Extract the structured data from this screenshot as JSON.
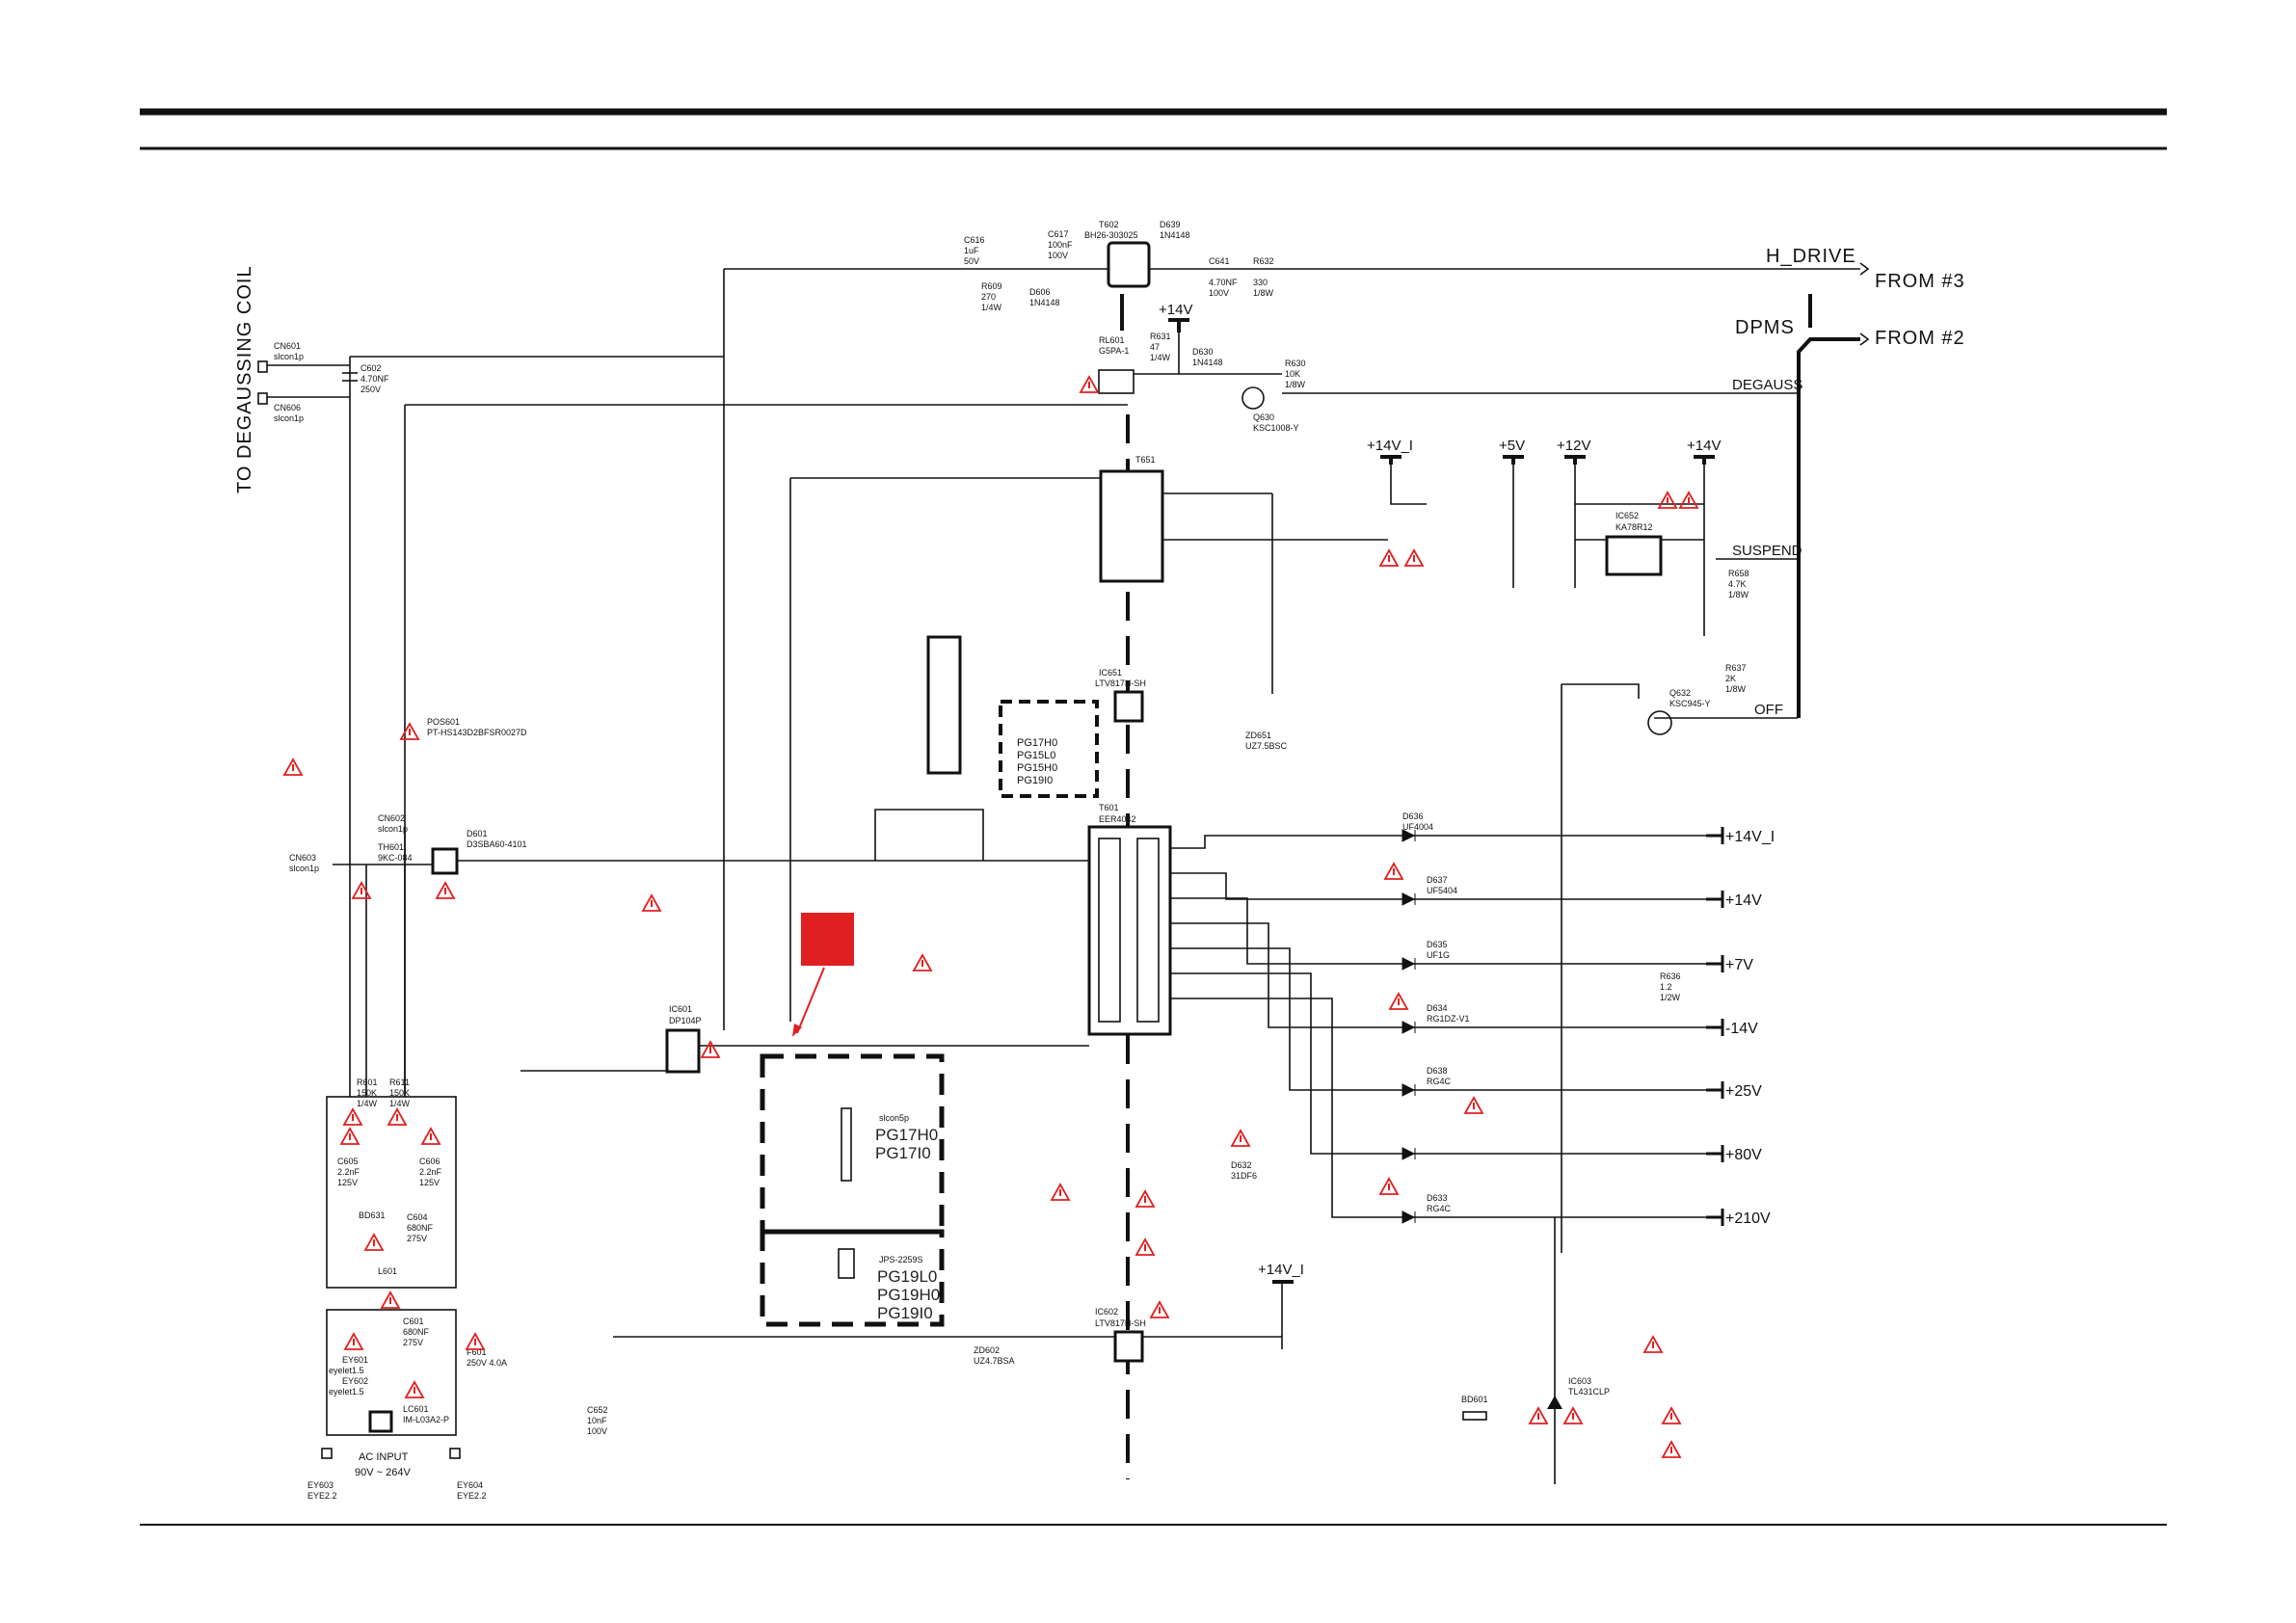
{
  "title_left": "TO DEGAUSSING COIL",
  "signals": {
    "h_drive": "H_DRIVE",
    "from3": "FROM #3",
    "dpms": "DPMS",
    "from2": "FROM #2",
    "degauss": "DEGAUSS",
    "suspend": "SUSPEND",
    "off": "OFF"
  },
  "rails": [
    "+14V_I",
    "+14V",
    "+7V",
    "-14V",
    "+25V",
    "+80V",
    "+210V"
  ],
  "supplies": {
    "v14i": "+14V_I",
    "v5": "+5V",
    "v12": "+12V",
    "v14": "+14V",
    "v14_relay": "+14V",
    "v14i_low": "+14V_I"
  },
  "ac_input": {
    "label": "AC INPUT",
    "range": "90V ~ 264V"
  },
  "connector_box": {
    "type": "slcon5p",
    "models_a": [
      "PG17H0",
      "PG17I0"
    ],
    "type_b": "JPS-2259S",
    "models_b": [
      "PG19L0",
      "PG19H0",
      "PG19I0"
    ]
  },
  "module_box": {
    "models": [
      "PG17H0",
      "PG15L0",
      "PG15H0",
      "PG19I0"
    ]
  },
  "components": {
    "cn601": "CN601",
    "cn601_t": "slcon1p",
    "cn606": "CN606",
    "cn606_t": "slcon1p",
    "c602": "C602",
    "c602_v": "4.70NF",
    "c602_r": "250V",
    "c616": "C616",
    "c616_v": "1uF",
    "c616_r": "50V",
    "c617": "C617",
    "c617_v": "100nF",
    "c617_r": "100V",
    "t602": "T602",
    "t602_t": "BH26-303025",
    "d639": "D639",
    "d639_t": "1N4148",
    "c641": "C641",
    "c641_v": "4.70NF",
    "c641_r": "100V",
    "r632": "R632",
    "r632_v": "330",
    "r632_r": "1/8W",
    "r609": "R609",
    "r609_v": "270",
    "r609_r": "1/4W",
    "d606": "D606",
    "d606_t": "1N4148",
    "rl601": "RL601",
    "rl601_t": "G5PA-1",
    "r631": "R631",
    "r631_v": "47",
    "r631_r": "1/4W",
    "d630": "D630",
    "d630_t": "1N4148",
    "r630": "R630",
    "r630_v": "10K",
    "r630_r": "1/8W",
    "q630": "Q630",
    "q630_t": "KSC1008-Y",
    "t651": "T651",
    "ic651": "IC651",
    "ic651_t": "LTV817H-SH",
    "ic652": "IC652",
    "ic652_t": "KA78R12",
    "ic602": "IC602",
    "ic602_t": "LTV817H-SH",
    "ic601": "IC601",
    "ic601_t": "DP104P",
    "ic603": "IC603",
    "ic603_t": "TL431CLP",
    "t601": "T601",
    "t601_t": "EER4042",
    "d601": "D601",
    "d601_t": "D3SBA60-4101",
    "th601": "TH601",
    "th601_t": "9KC-084",
    "cn603": "CN603",
    "cn603_t": "slcon1p",
    "cn602": "CN602",
    "cn602_t": "slcon1p",
    "pos601": "POS601",
    "pos601_t": "PT-HS143D2BFSR0027D",
    "r601": "R601",
    "r601_v": "150K",
    "r601_r": "1/4W",
    "r611": "R611",
    "r611_v": "150K",
    "r611_r": "1/4W",
    "c605": "C605",
    "c605_v": "2.2nF",
    "c605_r": "125V",
    "c606": "C606",
    "c606_v": "2.2nF",
    "c606_r": "125V",
    "bd631": "BD631",
    "c604": "C604",
    "c604_v": "680NF",
    "c604_r": "275V",
    "l601": "L601",
    "c601": "C601",
    "c601_v": "680NF",
    "c601_r": "275V",
    "f601": "F601",
    "f601_v": "250V 4.0A",
    "ey601": "EY601",
    "ey601_t": "eyelet1.5",
    "ey602": "EY602",
    "ey602_t": "eyelet1.5",
    "lc601": "LC601",
    "lc601_t": "IM-L03A2-P",
    "ey603": "EY603",
    "ey603_t": "EYE2.2",
    "ey604": "EY604",
    "ey604_t": "EYE2.2",
    "q632": "Q632",
    "q632_t": "KSC945-Y",
    "r637": "R637",
    "r637_v": "2K",
    "r637_r": "1/8W",
    "r658": "R658",
    "r658_v": "4.7K",
    "r658_r": "1/8W",
    "r636": "R636",
    "r636_v": "1.2",
    "r636_r": "1/2W",
    "d636": "D636",
    "d636_t": "UF4004",
    "d637": "D637",
    "d637_t": "UF5404",
    "d635": "D635",
    "d635_t": "UF1G",
    "d634": "D634",
    "d634_t": "RG1DZ-V1",
    "d638": "D638",
    "d638_t": "RG4C",
    "d633": "D633",
    "d633_t": "RG4C",
    "d632": "D632",
    "d632_t": "31DF6",
    "bd601": "BD601",
    "zd602": "ZD602",
    "zd602_t": "UZ4.7BSA",
    "zd651": "ZD651",
    "zd651_t": "UZ7.5BSC",
    "c652": "C652",
    "c652_v": "10nF",
    "c652_r": "100V"
  },
  "colors": {
    "warning": "#e02020",
    "marker": "#e02020",
    "ink": "#111111"
  }
}
